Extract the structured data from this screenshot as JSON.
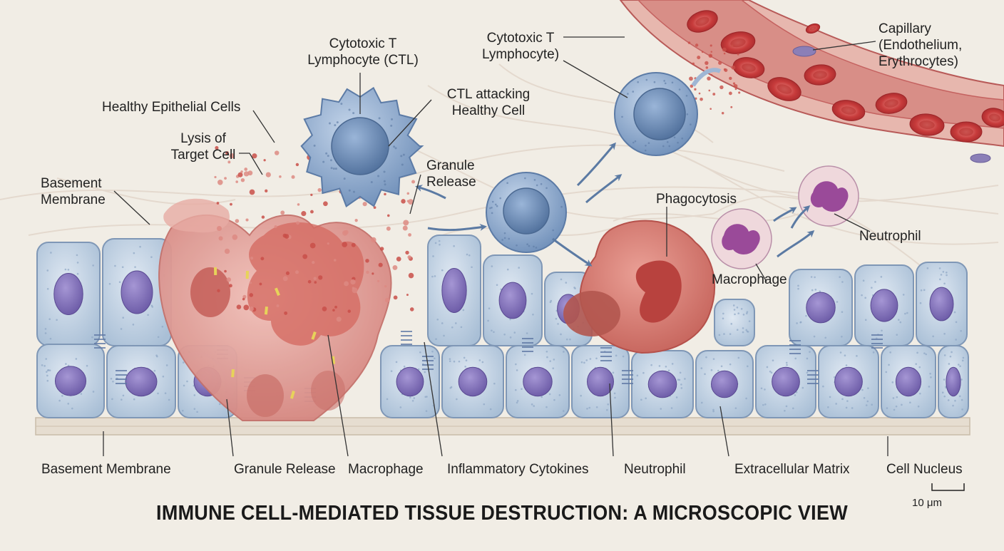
{
  "title": "IMMUNE CELL-MEDIATED TISSUE DESTRUCTION: A MICROSCOPIC VIEW",
  "scale_bar": "10 μm",
  "labels": {
    "cytotoxic_t_ctl_1": "Cytotoxic T",
    "cytotoxic_t_ctl_2": "Lymphocyte (CTL)",
    "cytotoxic_t_2_1": "Cytotoxic T",
    "cytotoxic_t_2_2": "Lymphocyte)",
    "capillary_1": "Capillary",
    "capillary_2": "(Endothelium,",
    "capillary_3": "Erythrocytes)",
    "ctl_attacking_1": "CTL attacking",
    "ctl_attacking_2": "Healthy Cell",
    "healthy_epithelial": "Healthy Epithelial Cells",
    "lysis_1": "Lysis of",
    "lysis_2": "Target Cell",
    "basement_top_1": "Basement",
    "basement_top_2": "Membrane",
    "granule_top_1": "Granule",
    "granule_top_2": "Release",
    "phagocytosis": "Phagocytosis",
    "neutrophil_right": "Neutrophil",
    "macrophage_right": "Macrophage",
    "bottom_basement": "Basement Membrane",
    "bottom_granule": "Granule Release",
    "bottom_macrophage": "Macrophage",
    "bottom_cytokines": "Inflammatory Cytokines",
    "bottom_neutrophil": "Neutrophil",
    "bottom_ecm": "Extracellular Matrix",
    "bottom_nucleus": "Cell Nucleus"
  },
  "colors": {
    "background": "#f1ede5",
    "epithelial_fill": "#c9d7e6",
    "nucleus": "#8a79bd",
    "damaged_tissue": "#dc8d88",
    "vessel": "#c96a68",
    "erythrocyte": "#c23a3a",
    "lymphocyte": "#7d9cc3",
    "neutrophil_nucleus": "#9a4a99"
  }
}
